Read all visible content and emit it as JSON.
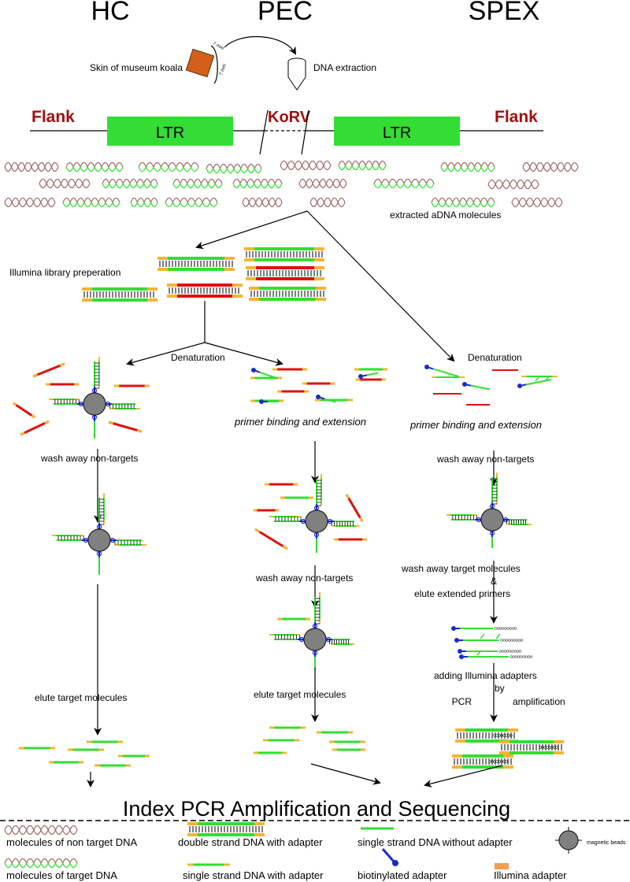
{
  "headers": {
    "hc": "HC",
    "pec": "PEC",
    "spex": "SPEX"
  },
  "sample": {
    "skin_label": "Skin of museum koala",
    "dim_a": "7 mm",
    "dim_b": "7 mm",
    "extraction_label": "DNA extraction"
  },
  "genome": {
    "flank_left": "Flank",
    "flank_right": "Flank",
    "ltr_left": "LTR",
    "ltr_right": "LTR",
    "korv": "KoRV"
  },
  "extracted_label": "extracted aDNA molecules",
  "library_label": "Illumina library preperation",
  "steps": {
    "denat_1": "Denaturation",
    "denat_2": "Denaturation",
    "primer_pec": "primer binding and extension",
    "primer_spex": "primer binding and extension",
    "wash_hc": "wash away non-targets",
    "wash_pec": "wash away non-targets",
    "wash_spex": "wash away non-targets",
    "wash_target_1": "wash away target molecules",
    "wash_target_amp": "&",
    "wash_target_2": "elute extended primers",
    "adapt_1": "adding Illumina adapters",
    "adapt_2": "by",
    "adapt_pcr": "PCR",
    "adapt_3": "amplification",
    "elute_hc": "elute target molecules",
    "elute_pec": "elute target molecules"
  },
  "final_label": "Index PCR Amplification and Sequencing",
  "legend": {
    "non_target": "molecules of non target DNA",
    "target": "molecules of target DNA",
    "ds_adapter": "double strand DNA with adapter",
    "ss_adapter": "single strand DNA with adapter",
    "ss_no_adapter": "single strand DNA without adapter",
    "biotin": "biotinylated adapter",
    "beads": "magnetic beads",
    "illumina": "Illumina adapter"
  },
  "colors": {
    "target_green": "#33dd33",
    "nontarget_red": "#dd1111",
    "adapter_orange": "#f5b531",
    "biotin_blue": "#1a2bcc",
    "bead_grey": "#808080",
    "dark_red_text": "#a01010",
    "wave_brown": "#a06a6a",
    "skin_orange": "#d2601a"
  }
}
